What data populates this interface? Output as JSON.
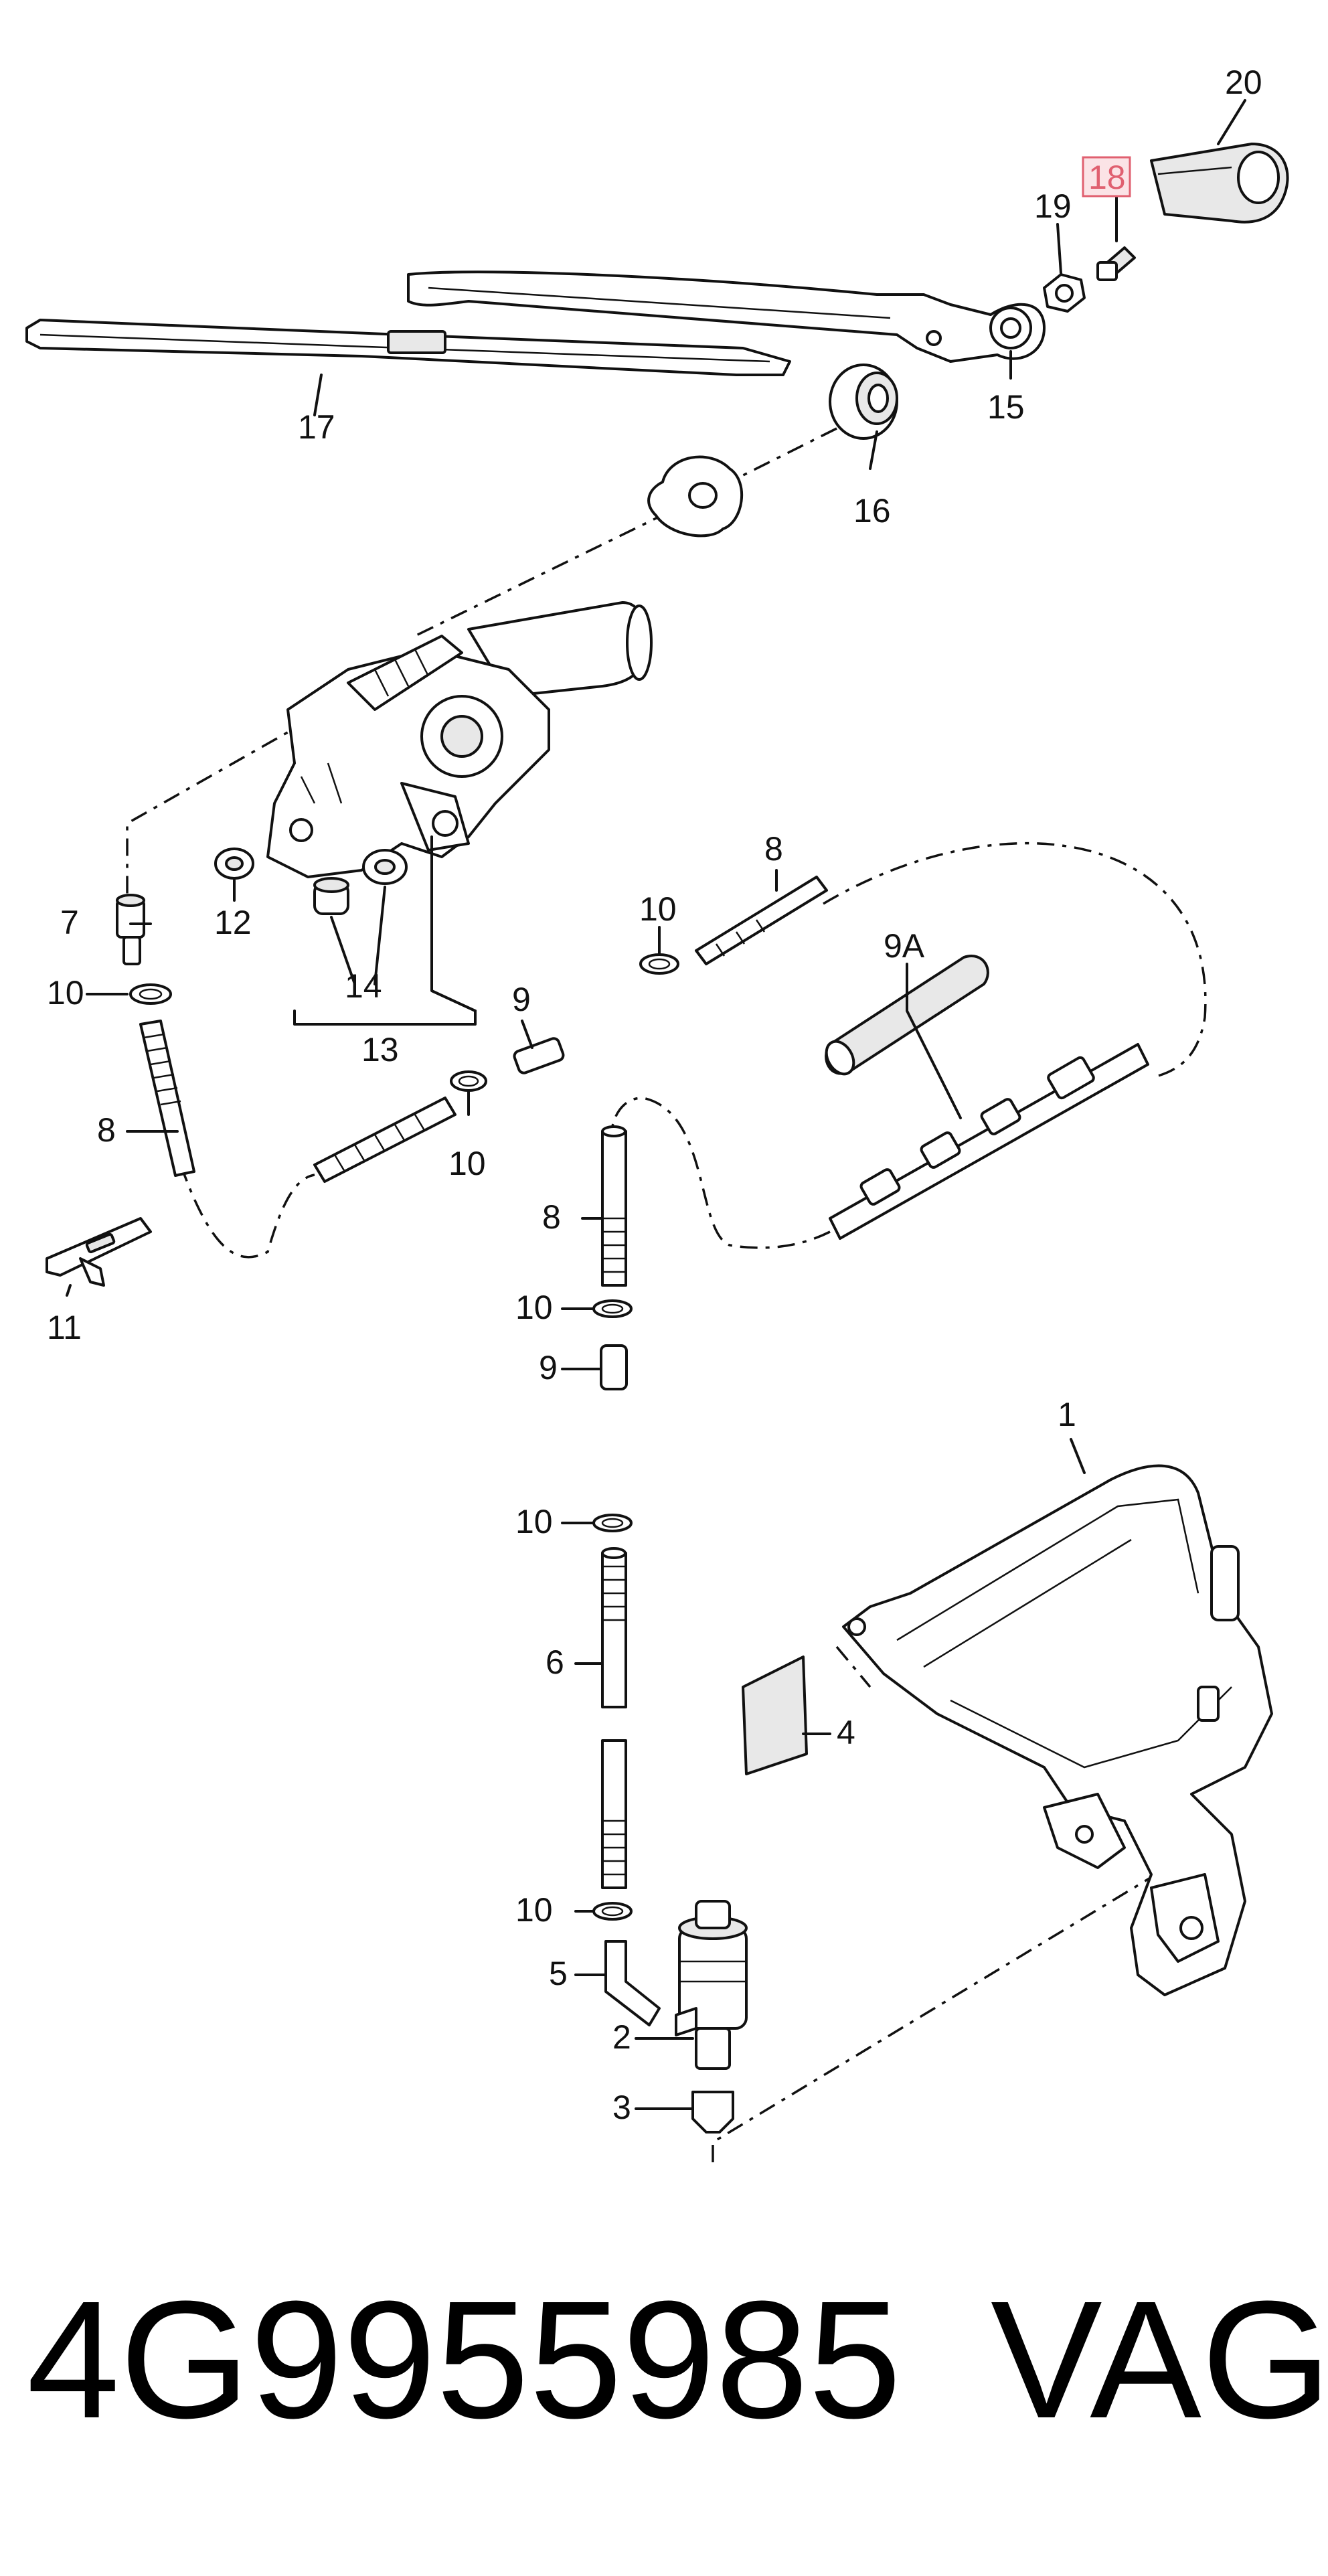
{
  "highlight_color": "#e06070",
  "callouts": {
    "c1": "1",
    "c2": "2",
    "c3": "3",
    "c4": "4",
    "c5": "5",
    "c6": "6",
    "c7": "7",
    "c8a": "8",
    "c8b": "8",
    "c8c": "8",
    "c9a": "9",
    "c9b": "9",
    "c9A": "9A",
    "c10a": "10",
    "c10b": "10",
    "c10c": "10",
    "c10d": "10",
    "c10e": "10",
    "c10f": "10",
    "c11": "11",
    "c12": "12",
    "c13": "13",
    "c14": "14",
    "c15": "15",
    "c16": "16",
    "c17": "17",
    "c18": "18",
    "c19": "19",
    "c20": "20"
  },
  "footer": {
    "part_number": "4G9955985",
    "brand": "VAG"
  }
}
